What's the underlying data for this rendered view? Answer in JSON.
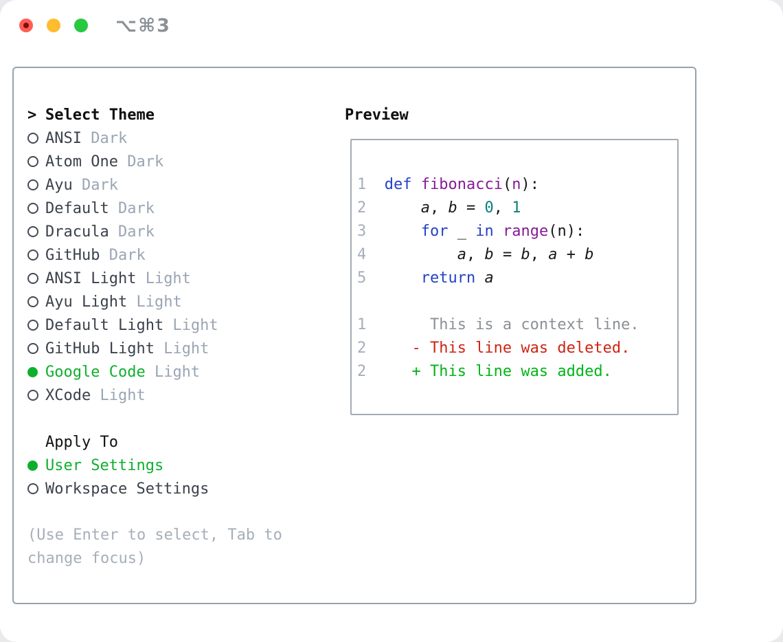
{
  "window": {
    "shortcut_label": "⌥⌘3"
  },
  "colors": {
    "selected_green": "#0faf2e",
    "keyword_blue": "#2442c5",
    "function_purple": "#861c96",
    "number_teal": "#0c7d7d",
    "diff_red": "#ce2413",
    "diff_green": "#00b418",
    "muted_gray": "#9aa5b4",
    "traffic_red": "#ff5d55",
    "traffic_yellow": "#febc2e",
    "traffic_green": "#28c840"
  },
  "theme_panel": {
    "header_prefix": ">",
    "header": "Select Theme",
    "items": [
      {
        "label": "ANSI",
        "variant": "Dark",
        "selected": false
      },
      {
        "label": "Atom One",
        "variant": "Dark",
        "selected": false
      },
      {
        "label": "Ayu",
        "variant": "Dark",
        "selected": false
      },
      {
        "label": "Default",
        "variant": "Dark",
        "selected": false
      },
      {
        "label": "Dracula",
        "variant": "Dark",
        "selected": false
      },
      {
        "label": "GitHub",
        "variant": "Dark",
        "selected": false
      },
      {
        "label": "ANSI Light",
        "variant": "Light",
        "selected": false
      },
      {
        "label": "Ayu Light",
        "variant": "Light",
        "selected": false
      },
      {
        "label": "Default Light",
        "variant": "Light",
        "selected": false
      },
      {
        "label": "GitHub Light",
        "variant": "Light",
        "selected": false
      },
      {
        "label": "Google Code",
        "variant": "Light",
        "selected": true
      },
      {
        "label": "XCode",
        "variant": "Light",
        "selected": false
      }
    ],
    "apply_to": {
      "header": "Apply To",
      "options": [
        {
          "label": "User Settings",
          "selected": true
        },
        {
          "label": "Workspace Settings",
          "selected": false
        }
      ]
    },
    "hint": "(Use Enter to select, Tab to change focus)"
  },
  "preview": {
    "title": "Preview",
    "code_lines": [
      {
        "num": "1",
        "tokens": [
          {
            "t": "def",
            "c": "kw"
          },
          {
            "t": " ",
            "c": "pl"
          },
          {
            "t": "fibonacci",
            "c": "fn"
          },
          {
            "t": "(",
            "c": "pl"
          },
          {
            "t": "n",
            "c": "fn"
          },
          {
            "t": "):",
            "c": "pl"
          }
        ]
      },
      {
        "num": "2",
        "tokens": [
          {
            "t": "    ",
            "c": "pl"
          },
          {
            "t": "a",
            "c": "var"
          },
          {
            "t": ", ",
            "c": "pl"
          },
          {
            "t": "b",
            "c": "var"
          },
          {
            "t": " = ",
            "c": "pl"
          },
          {
            "t": "0",
            "c": "num"
          },
          {
            "t": ", ",
            "c": "pl"
          },
          {
            "t": "1",
            "c": "num"
          }
        ]
      },
      {
        "num": "3",
        "tokens": [
          {
            "t": "    ",
            "c": "pl"
          },
          {
            "t": "for",
            "c": "kw"
          },
          {
            "t": " _ ",
            "c": "pl"
          },
          {
            "t": "in",
            "c": "kw"
          },
          {
            "t": " ",
            "c": "pl"
          },
          {
            "t": "range",
            "c": "fn"
          },
          {
            "t": "(n):",
            "c": "pl"
          }
        ]
      },
      {
        "num": "4",
        "tokens": [
          {
            "t": "        ",
            "c": "pl"
          },
          {
            "t": "a",
            "c": "var"
          },
          {
            "t": ", ",
            "c": "pl"
          },
          {
            "t": "b",
            "c": "var"
          },
          {
            "t": " = ",
            "c": "pl"
          },
          {
            "t": "b",
            "c": "var"
          },
          {
            "t": ", ",
            "c": "pl"
          },
          {
            "t": "a",
            "c": "var"
          },
          {
            "t": " + ",
            "c": "pl"
          },
          {
            "t": "b",
            "c": "var"
          }
        ]
      },
      {
        "num": "5",
        "tokens": [
          {
            "t": "    ",
            "c": "pl"
          },
          {
            "t": "return",
            "c": "kw"
          },
          {
            "t": " ",
            "c": "pl"
          },
          {
            "t": "a",
            "c": "var"
          }
        ]
      }
    ],
    "diff_lines": [
      {
        "num": "1",
        "tokens": [
          {
            "t": "     This is a context line.",
            "c": "ctx"
          }
        ]
      },
      {
        "num": "2",
        "tokens": [
          {
            "t": "   - This line was deleted.",
            "c": "del"
          }
        ]
      },
      {
        "num": "2",
        "tokens": [
          {
            "t": "   + This line was added.",
            "c": "add"
          }
        ]
      }
    ]
  }
}
